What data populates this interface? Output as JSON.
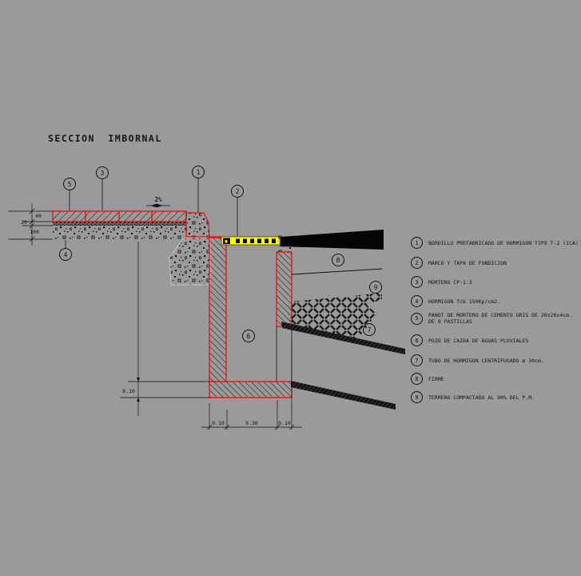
{
  "title": "SECCION IMBORNAL",
  "drawing": {
    "slope_label": "2%",
    "dims": {
      "panot_thickness": "40",
      "mortar_thickness": "20",
      "base_thickness": "100",
      "slab_thickness": "0.10",
      "wall_left": "0.10",
      "interior_width": "0.30",
      "wall_right": "0.10"
    },
    "callouts": {
      "c1": "1",
      "c2": "2",
      "c3": "3",
      "c4": "4",
      "c5": "5",
      "c6": "6",
      "c7": "7",
      "c8": "8",
      "c9": "9"
    }
  },
  "legend": {
    "items": [
      {
        "num": "1",
        "text": "BORDILLO PREFABRICADO DE HORMIGON TIPO T-2 (ICA)"
      },
      {
        "num": "2",
        "text": "MARCO Y TAPA DE FUNDICION"
      },
      {
        "num": "3",
        "text": "MORTERO CP-1:3"
      },
      {
        "num": "4",
        "text": "HORMIGON fck 150Kp/cm2."
      },
      {
        "num": "5",
        "text": "PANOT DE MORTERO DE CEMENTO GRIS DE 20x20x4cm.",
        "text2": "DE 9 PASTILLAS"
      },
      {
        "num": "6",
        "text": "POZO DE CAIDA DE AGUAS PLUVIALES"
      },
      {
        "num": "7",
        "text": "TUBO DE HORMIGON CENTRIFUGADO ø 30cm."
      },
      {
        "num": "8",
        "text": "FIRME"
      },
      {
        "num": "9",
        "text": "TERRENO COMPACTADO AL 90% DEL P.M."
      }
    ]
  },
  "colors": {
    "background": "#9a9a9a",
    "section_outline": "#ff0000",
    "grate_yellow": "#ffff00",
    "firme_black": "#000000",
    "line": "#111111"
  }
}
